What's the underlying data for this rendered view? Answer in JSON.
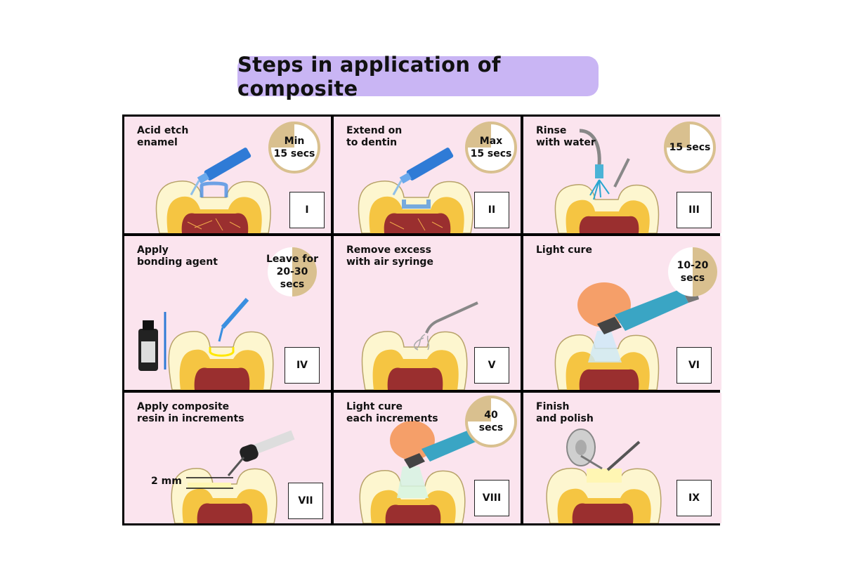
{
  "title": "Steps in application of composite",
  "colors": {
    "title_bg": "#c9b5f4",
    "panel_bg": "#fbe4ee",
    "timer_fill": "#d9c08f",
    "enamel": "#fdf6cf",
    "dentin": "#f5c542",
    "pulp": "#9a2f2f",
    "etchant_blue": "#2f7bd6"
  },
  "steps": [
    {
      "label": "Acid etch\nenamel",
      "timer": "Min\n15 secs",
      "numeral": "I",
      "icon": "etchant-syringe-icon"
    },
    {
      "label": "Extend on\nto dentin",
      "timer": "Max\n15 secs",
      "numeral": "II",
      "icon": "etchant-syringe-icon"
    },
    {
      "label": "Rinse\nwith water",
      "timer": "15 secs",
      "numeral": "III",
      "icon": "water-syringe-icon"
    },
    {
      "label": "Apply\nbonding agent",
      "timer": "Leave for\n20-30 secs",
      "numeral": "IV",
      "icon": "bonding-bottle-icon"
    },
    {
      "label": "Remove excess\nwith air syringe",
      "timer": "",
      "numeral": "V",
      "icon": "air-syringe-icon"
    },
    {
      "label": "Light cure",
      "timer": "10-20\nsecs",
      "numeral": "VI",
      "icon": "curing-light-icon"
    },
    {
      "label": "Apply composite\nresin in increments",
      "timer": "",
      "numeral": "VII",
      "icon": "composite-syringe-icon",
      "measure": "2 mm"
    },
    {
      "label": "Light cure\neach increments",
      "timer": "40\nsecs",
      "numeral": "VIII",
      "icon": "curing-light-icon"
    },
    {
      "label": "Finish\nand polish",
      "timer": "",
      "numeral": "IX",
      "icon": "polishing-disc-icon"
    }
  ]
}
